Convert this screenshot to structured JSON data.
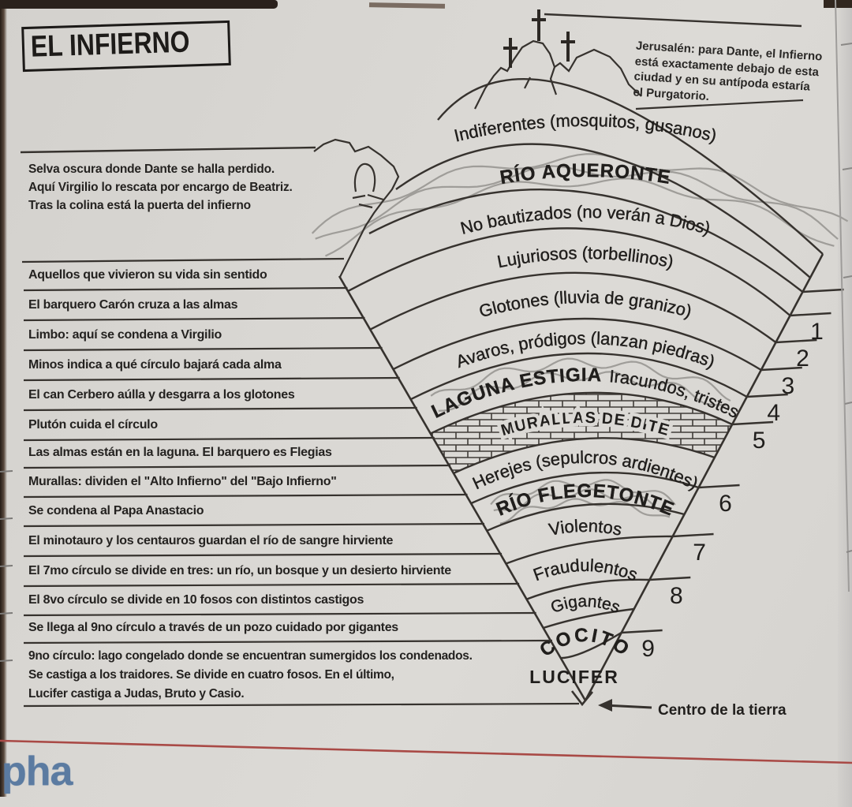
{
  "page_title": "EL INFIERNO",
  "jerusalem_note": "Jerusalén: para Dante, el Infierno\nestá exactamente debajo de esta\nciudad y en su antípoda estaría\nel Purgatorio.",
  "selva_note": "Selva oscura donde Dante se halla perdido.\nAquí Virgilio lo rescata por encargo de Beatriz.\nTras la colina está la puerta del infierno",
  "left_notes": [
    "Aquellos que vivieron su vida sin sentido",
    "El barquero Carón cruza a las almas",
    "Limbo: aquí se condena a Virgilio",
    "Minos indica a qué círculo bajará cada alma",
    "El can Cerbero aúlla y desgarra a los glotones",
    "Plutón cuida el círculo",
    "Las almas están en la laguna. El barquero es Flegias",
    "Murallas: dividen el \"Alto Infierno\" del \"Bajo Infierno\"",
    "Se condena al Papa Anastacio",
    "El minotauro y los centauros guardan el río de sangre hirviente",
    "El 7mo círculo se divide en tres: un río, un bosque y un desierto hirviente",
    "El 8vo círculo se divide en 10 fosos con distintos castigos",
    "Se llega al 9no círculo a través de un pozo cuidado por gigantes"
  ],
  "ninth_circle_note": "9no círculo: lago congelado donde se encuentran sumergidos los condenados.\nSe castiga a los traidores. Se divide en cuatro fosos. En el último,\nLucifer castiga a Judas, Bruto y Casio.",
  "funnel": {
    "rings": [
      {
        "label": "Indiferentes (mosquitos, gusanos)",
        "style": "plain"
      },
      {
        "label": "RÍO AQUERONTE",
        "style": "river"
      },
      {
        "label": "No bautizados (no verán a Dios)",
        "style": "plain",
        "number": "1"
      },
      {
        "label": "Lujuriosos (torbellinos)",
        "style": "plain",
        "number": "2"
      },
      {
        "label": "Glotones (lluvia de granizo)",
        "style": "plain",
        "number": "3"
      },
      {
        "label": "Avaros, pródigos (lanzan piedras)",
        "style": "plain",
        "number": "4"
      },
      {
        "label_bold": "LAGUNA ESTIGIA",
        "label": "Iracundos, tristes",
        "style": "lake",
        "number": "5"
      },
      {
        "label": "MURALLAS DE DITE",
        "style": "brick"
      },
      {
        "label": "Herejes (sepulcros ardientes)",
        "style": "plain",
        "number": "6"
      },
      {
        "label": "RÍO FLEGETONTE",
        "style": "river"
      },
      {
        "label": "Violentos",
        "style": "plain",
        "number": "7"
      },
      {
        "label": "Fraudulentos",
        "style": "plain",
        "number": "8"
      },
      {
        "label": "Gigantes",
        "style": "plain"
      },
      {
        "label": "COCITO",
        "style": "bold",
        "number": "9"
      }
    ],
    "apex_label": "LUCIFER",
    "center_of_earth_label": "Centro de la tierra"
  },
  "footer_logo": "pha",
  "colors": {
    "accent_red": "#a94a46",
    "logo_blue": "#5b7ba1",
    "ink": "#36322e"
  }
}
